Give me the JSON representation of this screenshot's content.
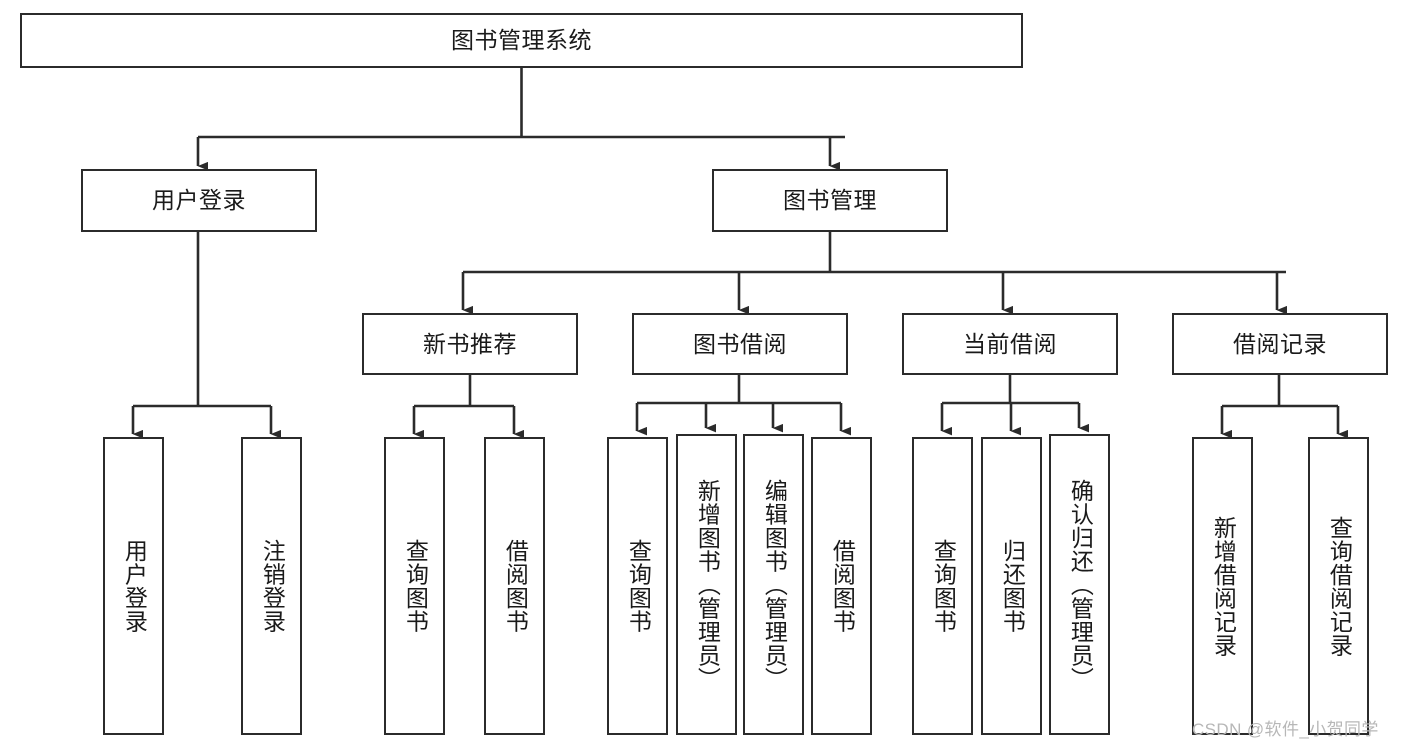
{
  "diagram": {
    "type": "tree-hierarchy",
    "title": "图书管理系统",
    "watermark": "CSDN @软件_小贺同学",
    "colors": {
      "box_border": "#2b2b2b",
      "box_fill": "#ffffff",
      "edge": "#2b2b2b",
      "text": "#1a1a1a",
      "watermark": "#b7b7b7",
      "background": "#ffffff"
    },
    "nodes": {
      "root": {
        "label": "图书管理系统",
        "level": 0
      },
      "user_login": {
        "label": "用户登录",
        "level": 1
      },
      "book_manage": {
        "label": "图书管理",
        "level": 1
      },
      "new_book_rec": {
        "label": "新书推荐",
        "level": 2
      },
      "book_borrow": {
        "label": "图书借阅",
        "level": 2
      },
      "current_borrow": {
        "label": "当前借阅",
        "level": 2
      },
      "borrow_record": {
        "label": "借阅记录",
        "level": 2
      },
      "leaf_user_login": {
        "label": "用户登录",
        "level": 3
      },
      "leaf_logout": {
        "label": "注销登录",
        "level": 3
      },
      "leaf_query_book_1": {
        "label": "查询图书",
        "level": 3
      },
      "leaf_borrow_book_1": {
        "label": "借阅图书",
        "level": 3
      },
      "leaf_query_book_2": {
        "label": "查询图书",
        "level": 3
      },
      "leaf_add_book": {
        "label": "新增图书（管理员）",
        "level": 3
      },
      "leaf_edit_book": {
        "label": "编辑图书（管理员）",
        "level": 3
      },
      "leaf_borrow_book_2": {
        "label": "借阅图书",
        "level": 3
      },
      "leaf_query_book_3": {
        "label": "查询图书",
        "level": 3
      },
      "leaf_return_book": {
        "label": "归还图书",
        "level": 3
      },
      "leaf_confirm_return": {
        "label": "确认归还（管理员）",
        "level": 3
      },
      "leaf_add_record": {
        "label": "新增借阅记录",
        "level": 3
      },
      "leaf_query_record": {
        "label": "查询借阅记录",
        "level": 3
      }
    },
    "edges": [
      {
        "from": "root",
        "to": "user_login"
      },
      {
        "from": "root",
        "to": "book_manage"
      },
      {
        "from": "user_login",
        "to": "leaf_user_login"
      },
      {
        "from": "user_login",
        "to": "leaf_logout"
      },
      {
        "from": "book_manage",
        "to": "new_book_rec"
      },
      {
        "from": "book_manage",
        "to": "book_borrow"
      },
      {
        "from": "book_manage",
        "to": "current_borrow"
      },
      {
        "from": "book_manage",
        "to": "borrow_record"
      },
      {
        "from": "new_book_rec",
        "to": "leaf_query_book_1"
      },
      {
        "from": "new_book_rec",
        "to": "leaf_borrow_book_1"
      },
      {
        "from": "book_borrow",
        "to": "leaf_query_book_2"
      },
      {
        "from": "book_borrow",
        "to": "leaf_add_book"
      },
      {
        "from": "book_borrow",
        "to": "leaf_edit_book"
      },
      {
        "from": "book_borrow",
        "to": "leaf_borrow_book_2"
      },
      {
        "from": "current_borrow",
        "to": "leaf_query_book_3"
      },
      {
        "from": "current_borrow",
        "to": "leaf_return_book"
      },
      {
        "from": "current_borrow",
        "to": "leaf_confirm_return"
      },
      {
        "from": "borrow_record",
        "to": "leaf_add_record"
      },
      {
        "from": "borrow_record",
        "to": "leaf_query_record"
      }
    ]
  }
}
